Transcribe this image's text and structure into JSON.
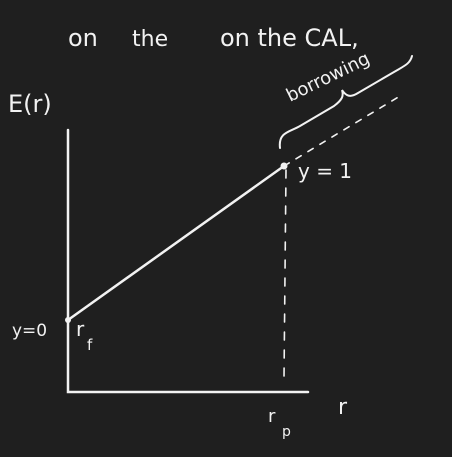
{
  "header": {
    "text": "on the CAL,"
  },
  "axes": {
    "y_label": "E(r)",
    "x_label": "r"
  },
  "points": {
    "rf_label": "r",
    "rf_sub": "f",
    "rf_weight": "y=0",
    "rp_label": "r",
    "rp_sub": "p",
    "rp_weight": "y = 1"
  },
  "annotation": {
    "borrowing": "borrowing"
  },
  "colors": {
    "background": "#1f1f1f",
    "ink": "#f2f2f2"
  }
}
